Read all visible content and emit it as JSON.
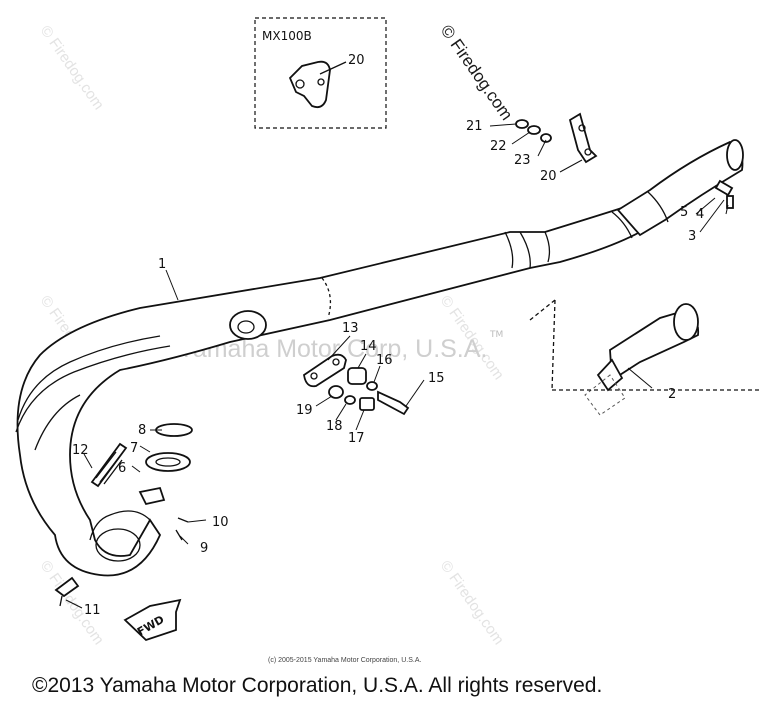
{
  "diagram": {
    "inset_label": "MX100B",
    "fwd_label": "FWD",
    "watermark_main": "© Firedog.com",
    "watermark_small": "© Firedog.com",
    "watermark_center": "Yamaha Motor Corp, U.S.A.",
    "trademark": "TM",
    "copyright_small": "(c) 2005-2015 Yamaha Motor Corporation, U.S.A.",
    "copyright_footer": "©2013 Yamaha Motor Corporation, U.S.A. All rights reserved.",
    "callouts": [
      "1",
      "2",
      "3",
      "4",
      "5",
      "6",
      "7",
      "8",
      "9",
      "10",
      "11",
      "12",
      "13",
      "14",
      "15",
      "16",
      "17",
      "18",
      "19",
      "20",
      "20",
      "21",
      "22",
      "23"
    ]
  }
}
